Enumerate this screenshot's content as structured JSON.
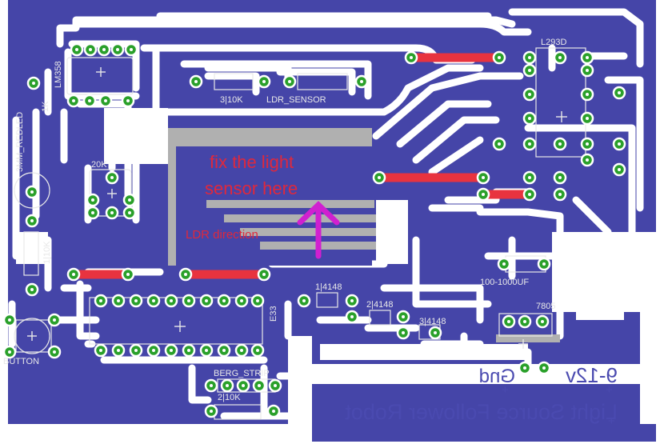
{
  "colors": {
    "copper": "#4545a8",
    "board": "#ffffff",
    "pad": "#2aa02a",
    "jumper": "#e8333f",
    "silkscreen": "#e8e8e8",
    "sensor_area": "#b0b0b0",
    "arrow": "#d020d0"
  },
  "components": {
    "lm358": "LM358",
    "l293d": "L293D",
    "r_3_10k": "3|10K",
    "ldr_sensor": "LDR_SENSOR",
    "led_red": "3MM_REDLED",
    "r_1k": "1K",
    "pot_20k": "20K",
    "r_1_10k": "1|10K",
    "button": "BUTTON",
    "diode_1": "1|4148",
    "diode_2": "2|4148",
    "diode_3": "3|4148",
    "cap": "100-1000UF",
    "regulator": "7805",
    "ic_e33": "E33",
    "berg_strip": "BERG_STRIP",
    "r_2_10k": "2|10K"
  },
  "annotations": {
    "fix_line1": "fix the light",
    "fix_line2": "sensor here",
    "ldr_direction": "LDR direction"
  },
  "labels": {
    "power": "9-12v",
    "ground": "Gnd",
    "title": "Light Source Follower Robot",
    "plus": "+"
  }
}
